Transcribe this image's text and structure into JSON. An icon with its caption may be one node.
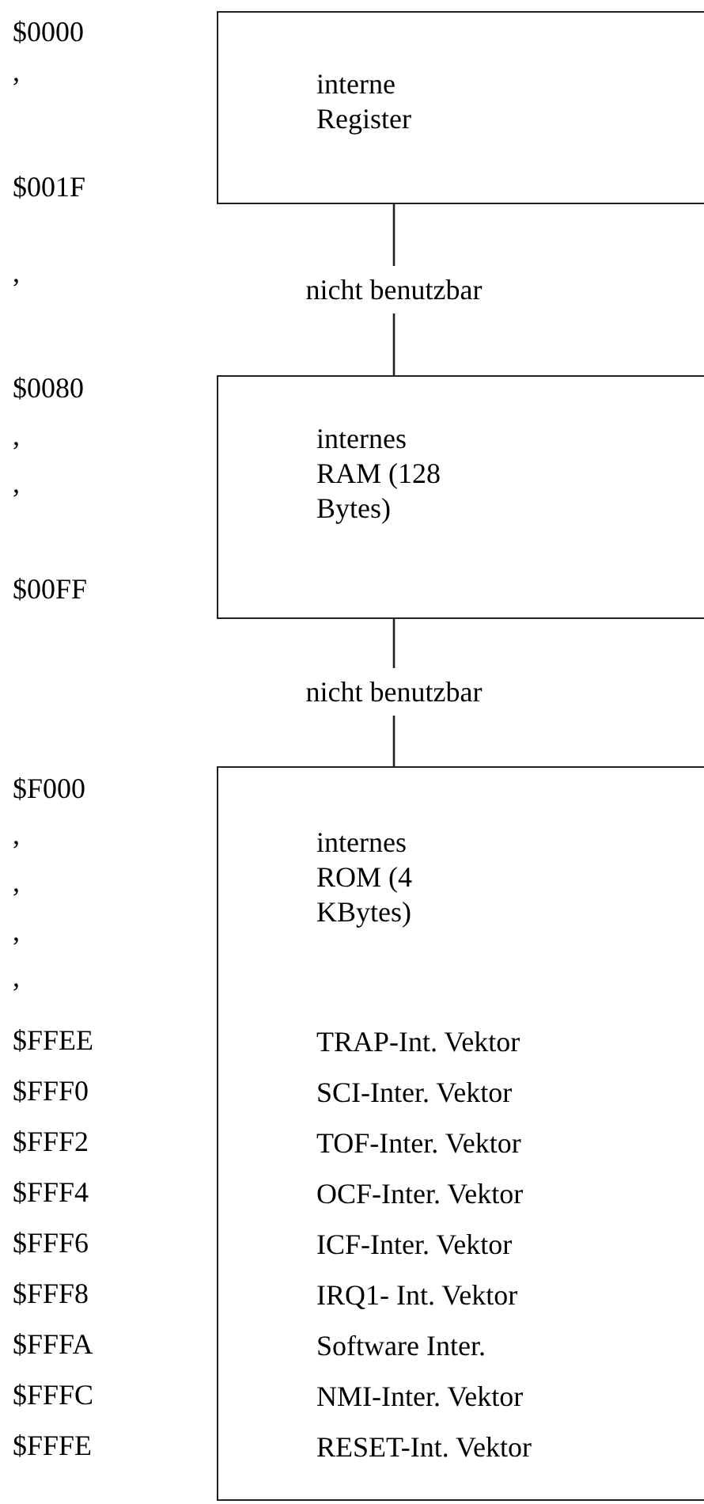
{
  "diagram": {
    "nodes": [
      {
        "text": [
          "interne Register"
        ]
      },
      {
        "text": [
          "nicht benutzbar"
        ]
      },
      {
        "text": [
          "internes RAM (128 Bytes)"
        ]
      },
      {
        "text": [
          "nicht benutzbar"
        ]
      },
      {
        "text": [
          "internes ROM (4 KBytes)",
          "TRAP-Int. Vektor",
          "SCI-Inter. Vektor",
          "TOF-Inter. Vektor",
          "OCF-Inter. Vektor",
          "ICF-Inter. Vektor",
          "IRQ1- Int. Vektor",
          "Software Inter.",
          "NMI-Inter. Vektor",
          "RESET-Int. Vektor"
        ]
      }
    ],
    "edges": [
      {
        "from": 0,
        "to": 1,
        "arrow": "none"
      },
      {
        "from": 1,
        "to": 2,
        "arrow": "none"
      },
      {
        "from": 2,
        "to": 3,
        "arrow": "none"
      },
      {
        "from": 3,
        "to": 4,
        "arrow": "none"
      }
    ],
    "labels": [
      "$0000",
      ",",
      "$001F",
      ",",
      "$0080",
      ",",
      ",",
      "$00FF",
      "$F000",
      ",",
      ",",
      ",",
      ",",
      "$FFEE",
      "$FFF0",
      "$FFF2",
      "$FFF4",
      "$FFF6",
      "$FFF8",
      "$FFFA",
      "$FFFC",
      "$FFFE"
    ]
  }
}
